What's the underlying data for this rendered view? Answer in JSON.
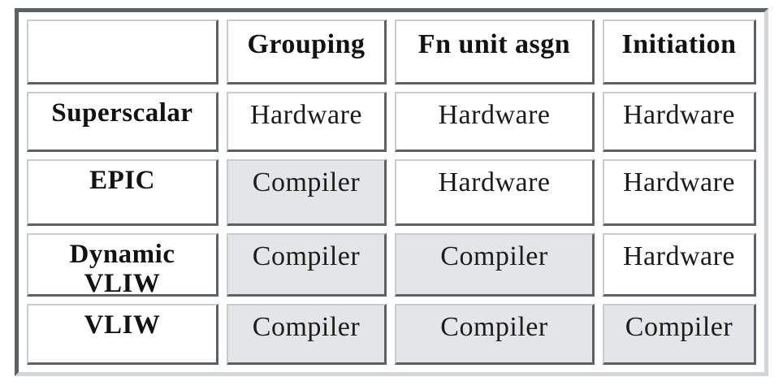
{
  "chart_data": {
    "type": "table",
    "columns": [
      "",
      "Grouping",
      "Fn unit asgn",
      "Initiation"
    ],
    "rows": [
      [
        "Superscalar",
        "Hardware",
        "Hardware",
        "Hardware"
      ],
      [
        "EPIC",
        "Compiler",
        "Hardware",
        "Hardware"
      ],
      [
        "Dynamic VLIW",
        "Compiler",
        "Compiler",
        "Hardware"
      ],
      [
        "VLIW",
        "Compiler",
        "Compiler",
        "Compiler"
      ]
    ],
    "highlighted_value": "Compiler",
    "layout_hints": {
      "highlight_rule": "cells whose value equals highlighted_value have a light gray background",
      "header_row_bold": true,
      "first_column_bold": true
    }
  },
  "colors": {
    "dark_border": "#5c6067",
    "light_border": "#c9ccd0",
    "outer_light_border": "#d3d6d9",
    "highlight_bg": "#e4e5e7",
    "cell_bg": "#ffffff",
    "text": "#121212"
  }
}
